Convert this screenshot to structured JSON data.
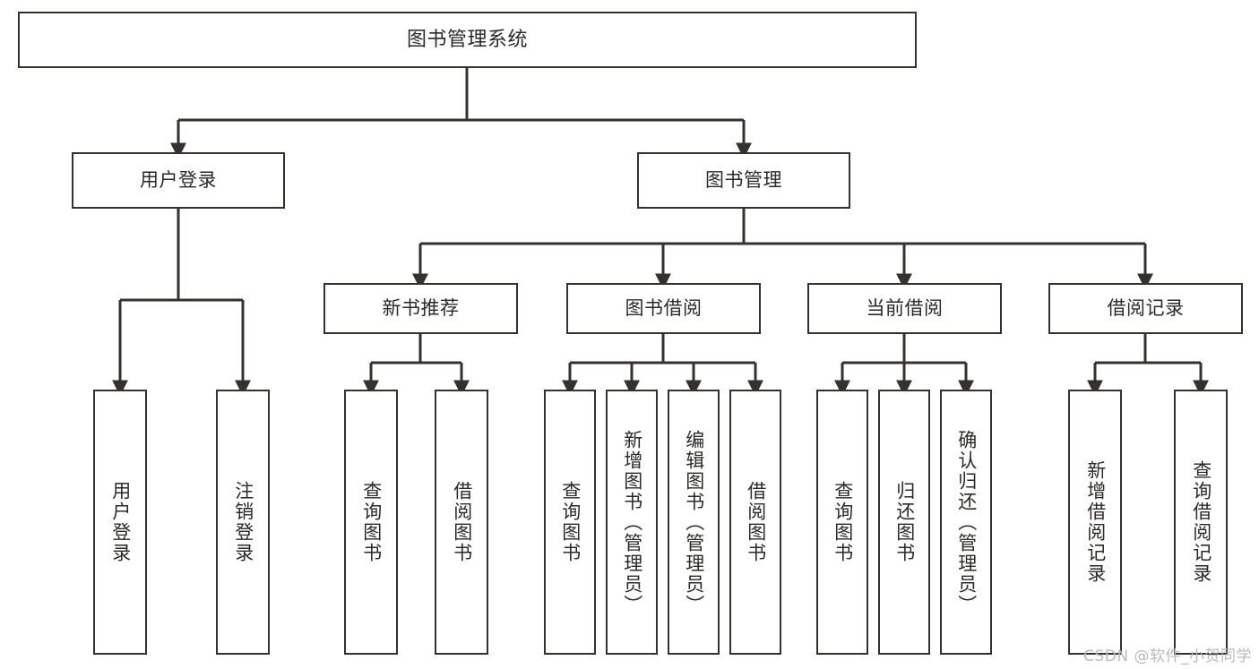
{
  "diagram": {
    "type": "tree",
    "title": "图书管理系统",
    "colors": {
      "node_border": "#33322f",
      "node_fill": "#ffffff",
      "edge": "#33322f",
      "text": "#2b2a28",
      "background": "#ffffff",
      "watermark": "#b9b9b9"
    },
    "root": {
      "label": "图书管理系统"
    },
    "level2": [
      {
        "label": "用户登录"
      },
      {
        "label": "图书管理"
      }
    ],
    "level3": [
      {
        "label": "新书推荐"
      },
      {
        "label": "图书借阅"
      },
      {
        "label": "当前借阅"
      },
      {
        "label": "借阅记录"
      }
    ],
    "leaves": [
      {
        "label": "用户登录"
      },
      {
        "label": "注销登录"
      },
      {
        "label": "查询图书"
      },
      {
        "label": "借阅图书"
      },
      {
        "label": "查询图书"
      },
      {
        "label": "新增图书（管理员）"
      },
      {
        "label": "编辑图书（管理员）"
      },
      {
        "label": "借阅图书"
      },
      {
        "label": "查询图书"
      },
      {
        "label": "归还图书"
      },
      {
        "label": "确认归还（管理员）"
      },
      {
        "label": "新增借阅记录"
      },
      {
        "label": "查询借阅记录"
      }
    ],
    "watermark": "CSDN @软件_小贺同学"
  }
}
